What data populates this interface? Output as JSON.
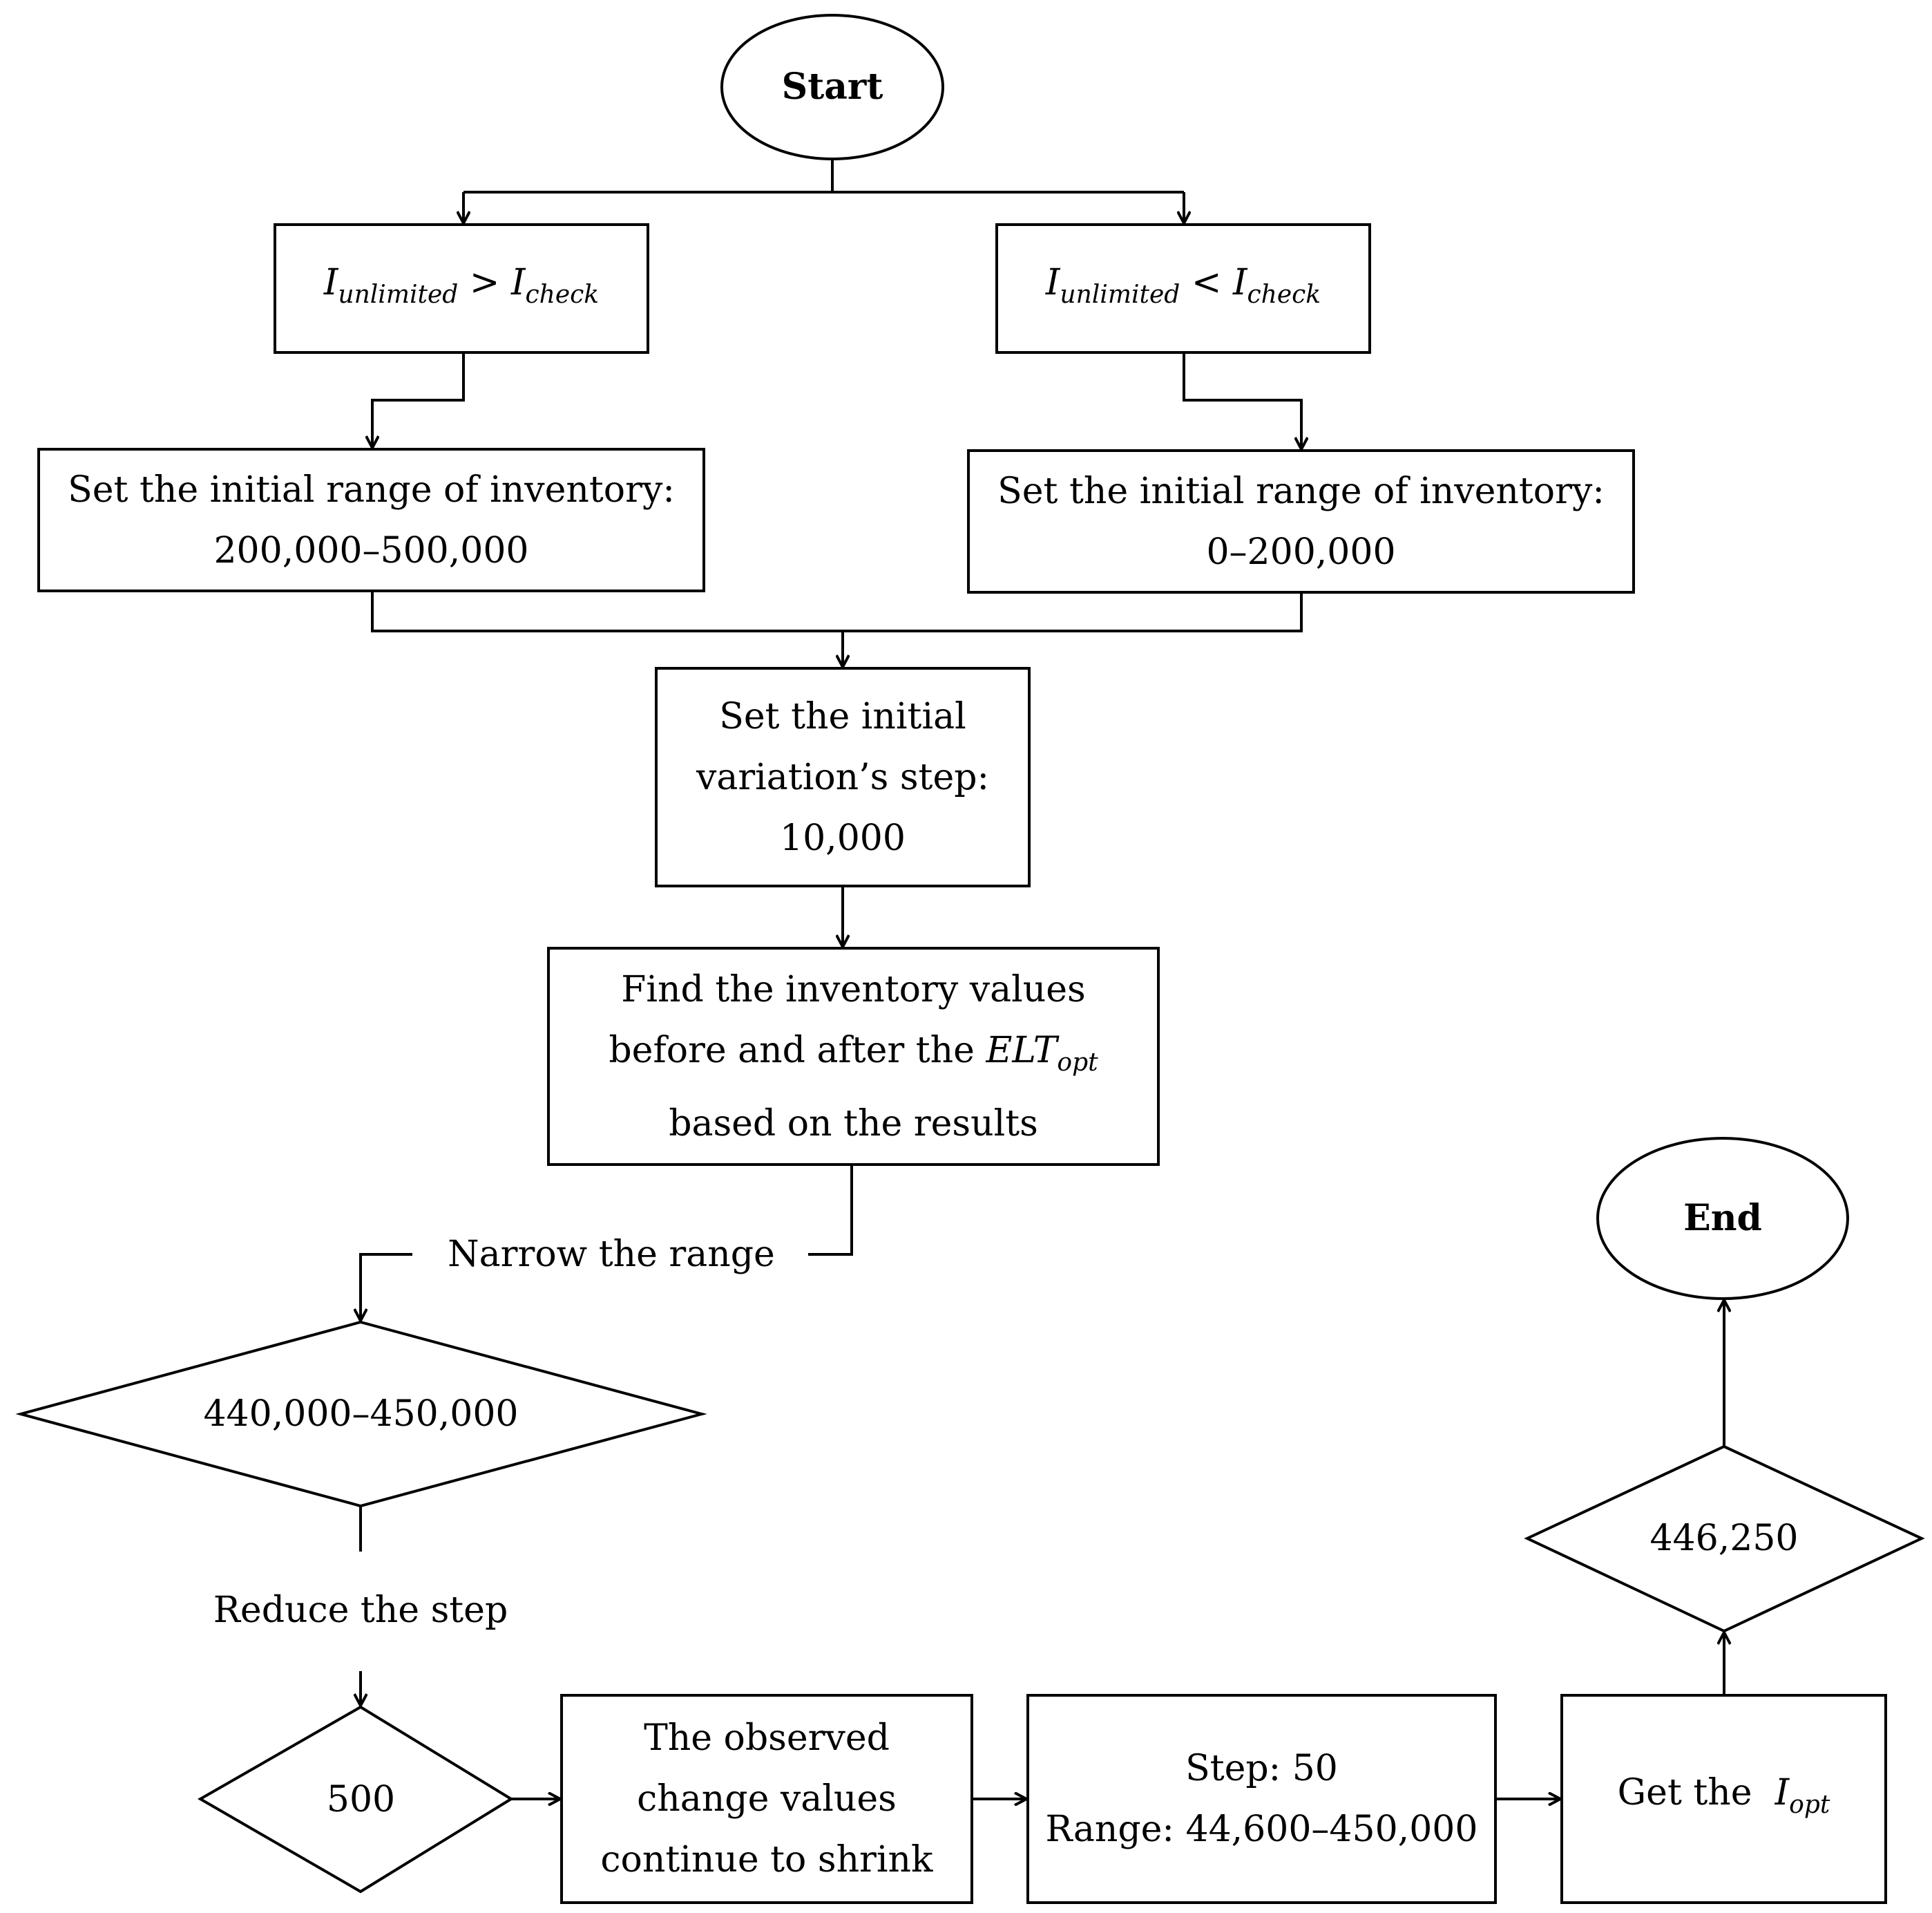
{
  "start": "Start",
  "end": "End",
  "cond_left": {
    "a": "I",
    "a_sub": "unlimited",
    "op": ">",
    "b": "I",
    "b_sub": "check"
  },
  "cond_right": {
    "a": "I",
    "a_sub": "unlimited",
    "op": "<",
    "b": "I",
    "b_sub": "check"
  },
  "range_left": {
    "line1": "Set the initial range of inventory:",
    "line2": "200,000–500,000"
  },
  "range_right": {
    "line1": "Set the initial range of inventory:",
    "line2": "0–200,000"
  },
  "step_box": {
    "line1": "Set the initial",
    "line2": "variation’s step:",
    "line3": "10,000"
  },
  "find_box": {
    "line1": "Find the inventory values",
    "line2_pre": "before and after the",
    "math": "ELT",
    "math_sub": "opt",
    "line3": "based on the results"
  },
  "narrow_label": "Narrow the range",
  "diamond_range": "440,000–450,000",
  "reduce_label": "Reduce the step",
  "diamond_step": "500",
  "observed_box": {
    "line1": "The observed",
    "line2": "change values",
    "line3": "continue to shrink"
  },
  "step50_box": {
    "line1": "Step: 50",
    "line2": "Range: 44,600–450,000"
  },
  "get_box": {
    "text": "Get the",
    "math": "I",
    "math_sub": "opt"
  },
  "diamond_result": "446,250"
}
